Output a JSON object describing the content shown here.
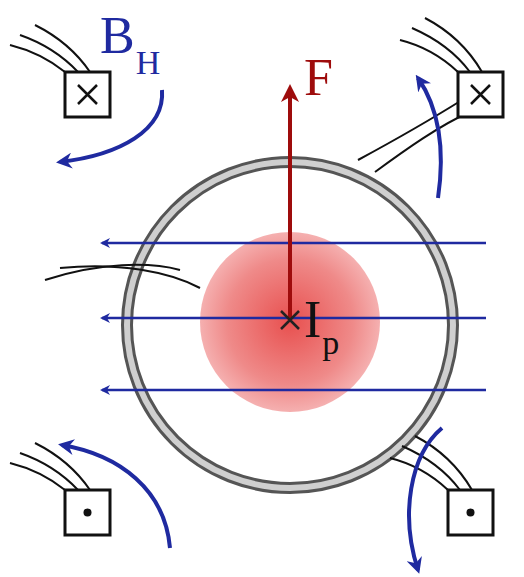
{
  "diagram": {
    "labels": [
      "B",
      "H",
      "F",
      "I",
      "p"
    ]
  }
}
